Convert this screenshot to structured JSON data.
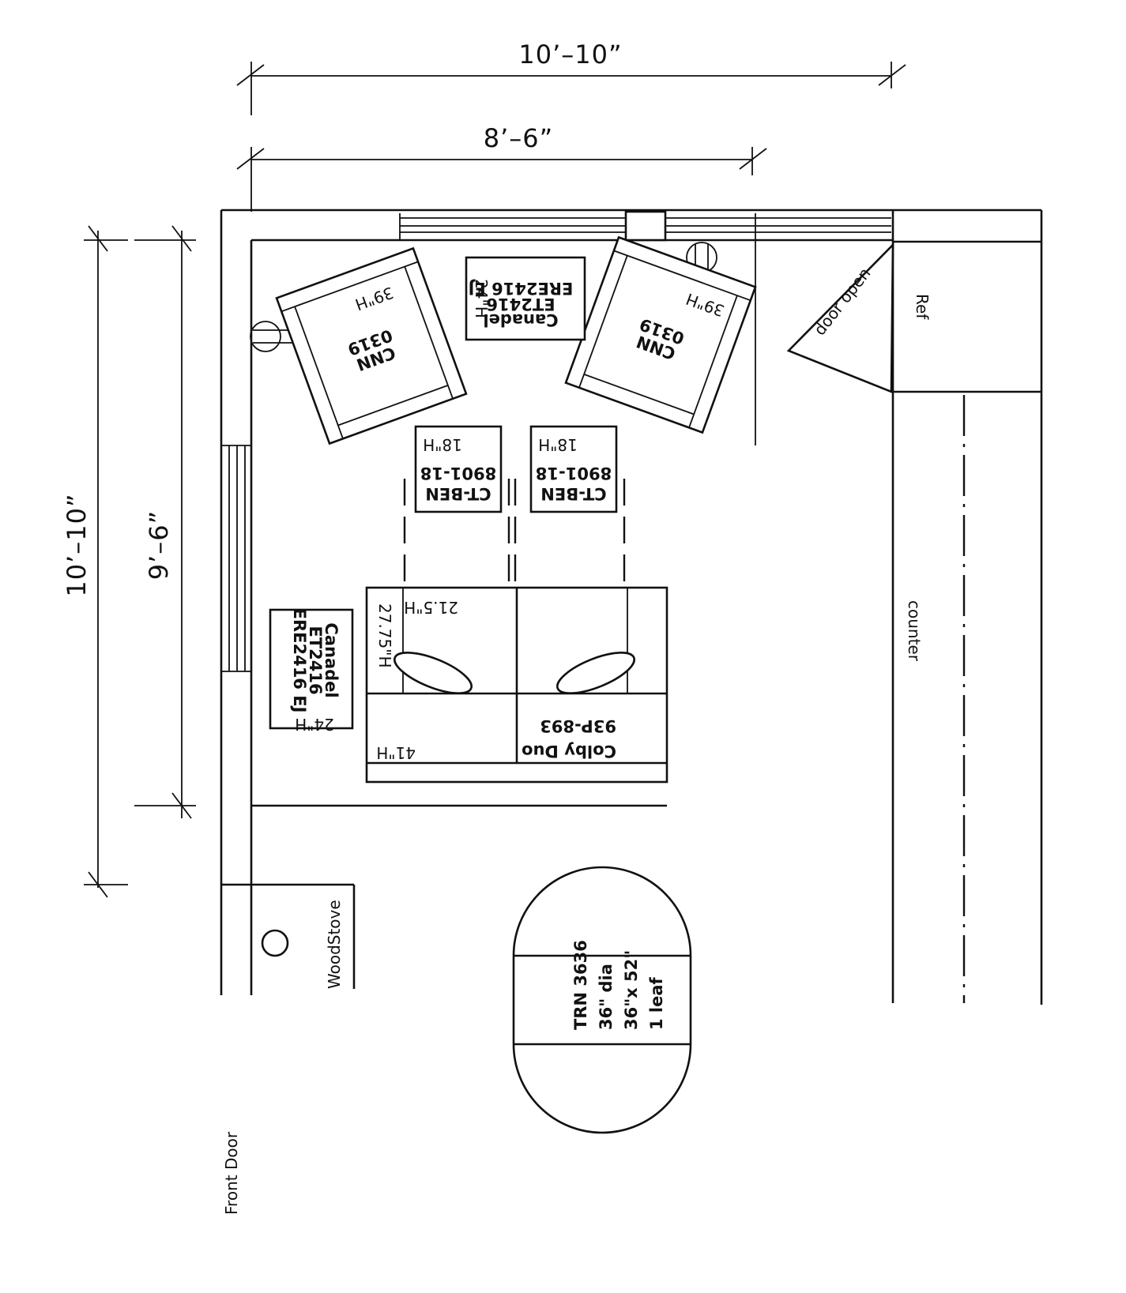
{
  "dimensions": {
    "top_outer": "10’–10”",
    "top_inner": "8’–6”",
    "left_outer": "10’–10”",
    "left_inner": "9’–6”"
  },
  "chairs": [
    {
      "model": "CNN",
      "code": "0319",
      "height": "39\"H"
    },
    {
      "model": "CNN",
      "code": "0319",
      "height": "39\"H"
    }
  ],
  "end_table_top": {
    "line1": "Canadel",
    "line2": "ET2416",
    "line3": "ERE2416 EJ",
    "height": "24\"H"
  },
  "end_table_left": {
    "line1": "Canadel",
    "line2": "ET2416",
    "line3": "ERE2416 EJ",
    "height": "24\"H"
  },
  "ottomans": [
    {
      "line1": "CT-BEN",
      "line2": "8901-18",
      "height": "18\"H"
    },
    {
      "line1": "CT-BEN",
      "line2": "8901-18",
      "height": "18\"H"
    }
  ],
  "sofa": {
    "name": "Colby Duo",
    "code": "93P-893",
    "height": "41\"H",
    "arm_height": "27.75\"H",
    "seat_height": "21.5\"H"
  },
  "kitchen": {
    "door": "door open",
    "fridge": "Ref",
    "counter": "counter"
  },
  "woodstove": "WoodStove",
  "dining_table": {
    "line1": "TRN 3636",
    "line2": "36\" dia",
    "line3": "36\"x 52\"",
    "line4": "1 leaf"
  },
  "front_door": "Front Door"
}
